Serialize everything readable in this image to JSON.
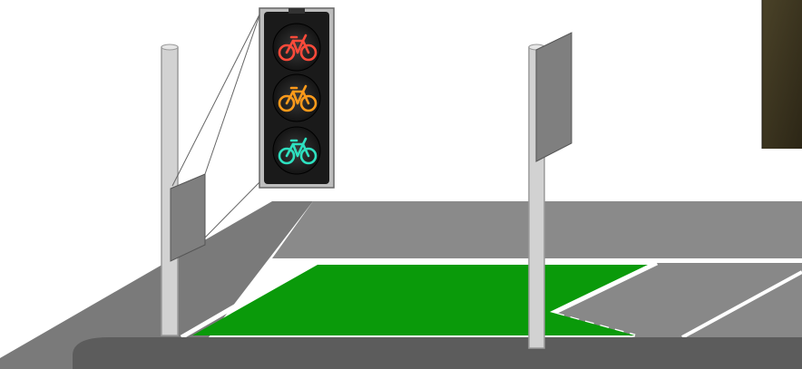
{
  "scene": {
    "colors": {
      "background": "#ffffff",
      "road": "#7a7a7a",
      "road_far": "#8c8c8c",
      "curb": "#5a5a5a",
      "bike_box": "#0a9a0a",
      "pole": "#cfcfcf",
      "sign": "#808080",
      "signal_housing": "#1a1a1a",
      "signal_red": "#ff4a3a",
      "signal_amber": "#ff9a1a",
      "signal_green": "#2ee0c0",
      "photo": "#3a3320"
    },
    "signal_lights": [
      {
        "state": "red",
        "icon": "bicycle-icon"
      },
      {
        "state": "amber",
        "icon": "bicycle-icon"
      },
      {
        "state": "green",
        "icon": "bicycle-icon"
      }
    ]
  }
}
